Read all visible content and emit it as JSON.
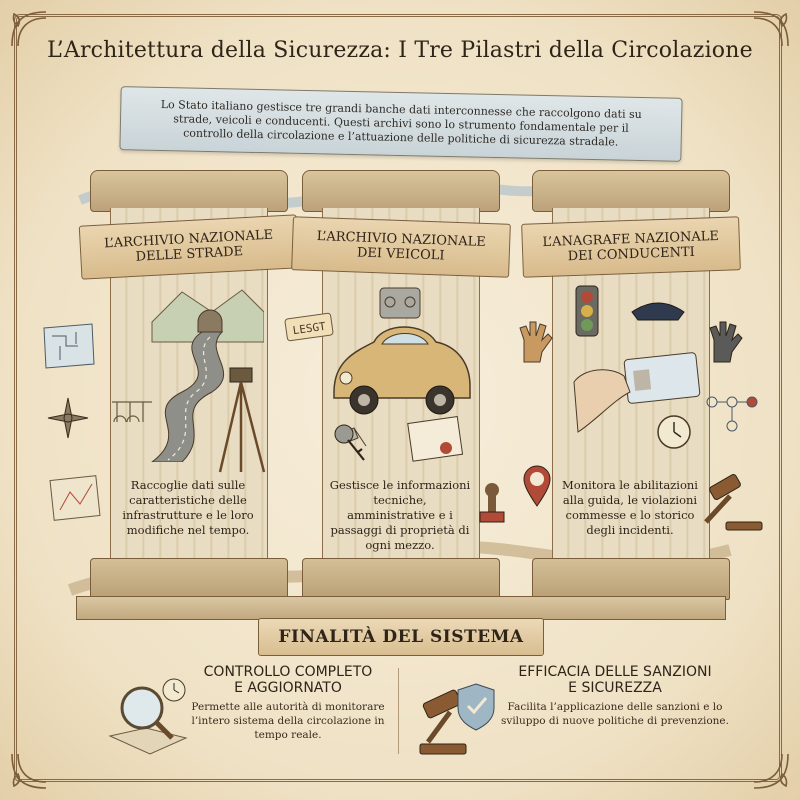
{
  "title": "L’Architettura della Sicurezza: I Tre Pilastri della Circolazione",
  "intro": "Lo Stato italiano gestisce tre grandi banche dati interconnesse che raccolgono dati su strade, veicoli e conducenti. Questi archivi sono lo strumento fondamentale per il controllo della circolazione e l’attuazione delle politiche di sicurezza stradale.",
  "pillars": [
    {
      "title_line1": "L’ARCHIVIO NAZIONALE",
      "title_line2": "DELLE STRADE",
      "description": "Raccoglie dati sulle caratteristiche delle infrastrutture e le loro modifiche nel tempo.",
      "icons": [
        "mountain-road-icon",
        "tunnel-icon",
        "viaduct-icon",
        "theodolite-icon",
        "compass-rose-icon",
        "map-plan-icon",
        "drafting-compass-icon"
      ]
    },
    {
      "title_line1": "L’ARCHIVIO NAZIONALE",
      "title_line2": "DEI VEICOLI",
      "description": "Gestisce le informazioni tecniche, amministrative e i passaggi di proprietà di ogni mezzo.",
      "plate_text": "LESGT",
      "icons": [
        "engine-icon",
        "license-plate-icon",
        "vintage-car-icon",
        "car-keys-icon",
        "documents-icon",
        "stamp-icon",
        "location-pin-icon"
      ]
    },
    {
      "title_line1": "L’ANAGRAFE NAZIONALE",
      "title_line2": "DEI CONDUCENTI",
      "description": "Monitora le abilitazioni alla guida, le violazioni commesse e lo storico degli incidenti.",
      "icons": [
        "traffic-light-icon",
        "police-cap-icon",
        "gloves-icon",
        "driving-license-icon",
        "stopwatch-icon",
        "gavel-icon",
        "flowchart-icon"
      ]
    }
  ],
  "purpose_title": "FINALITÀ DEL SISTEMA",
  "goals": [
    {
      "title_line1": "CONTROLLO COMPLETO",
      "title_line2": "E AGGIORNATO",
      "description": "Permette alle autorità di monitorare l’intero sistema della circolazione in tempo reale.",
      "icons": [
        "magnifying-glass-icon",
        "map-icon",
        "clock-icon"
      ]
    },
    {
      "title_line1": "EFFICACIA DELLE SANZIONI",
      "title_line2": "E SICUREZZA",
      "description": "Facilita l’applicazione delle sanzioni e lo sviluppo di nuove politiche di prevenzione.",
      "icons": [
        "gavel-icon",
        "shield-check-icon"
      ]
    }
  ],
  "colors": {
    "parchment": "#f3e8d2",
    "ink": "#2e2418",
    "stone": "#d9c49b",
    "banner": "#e4cda5",
    "ribbon_blue": "#c9d4d8",
    "accent_red": "#b24a38"
  }
}
